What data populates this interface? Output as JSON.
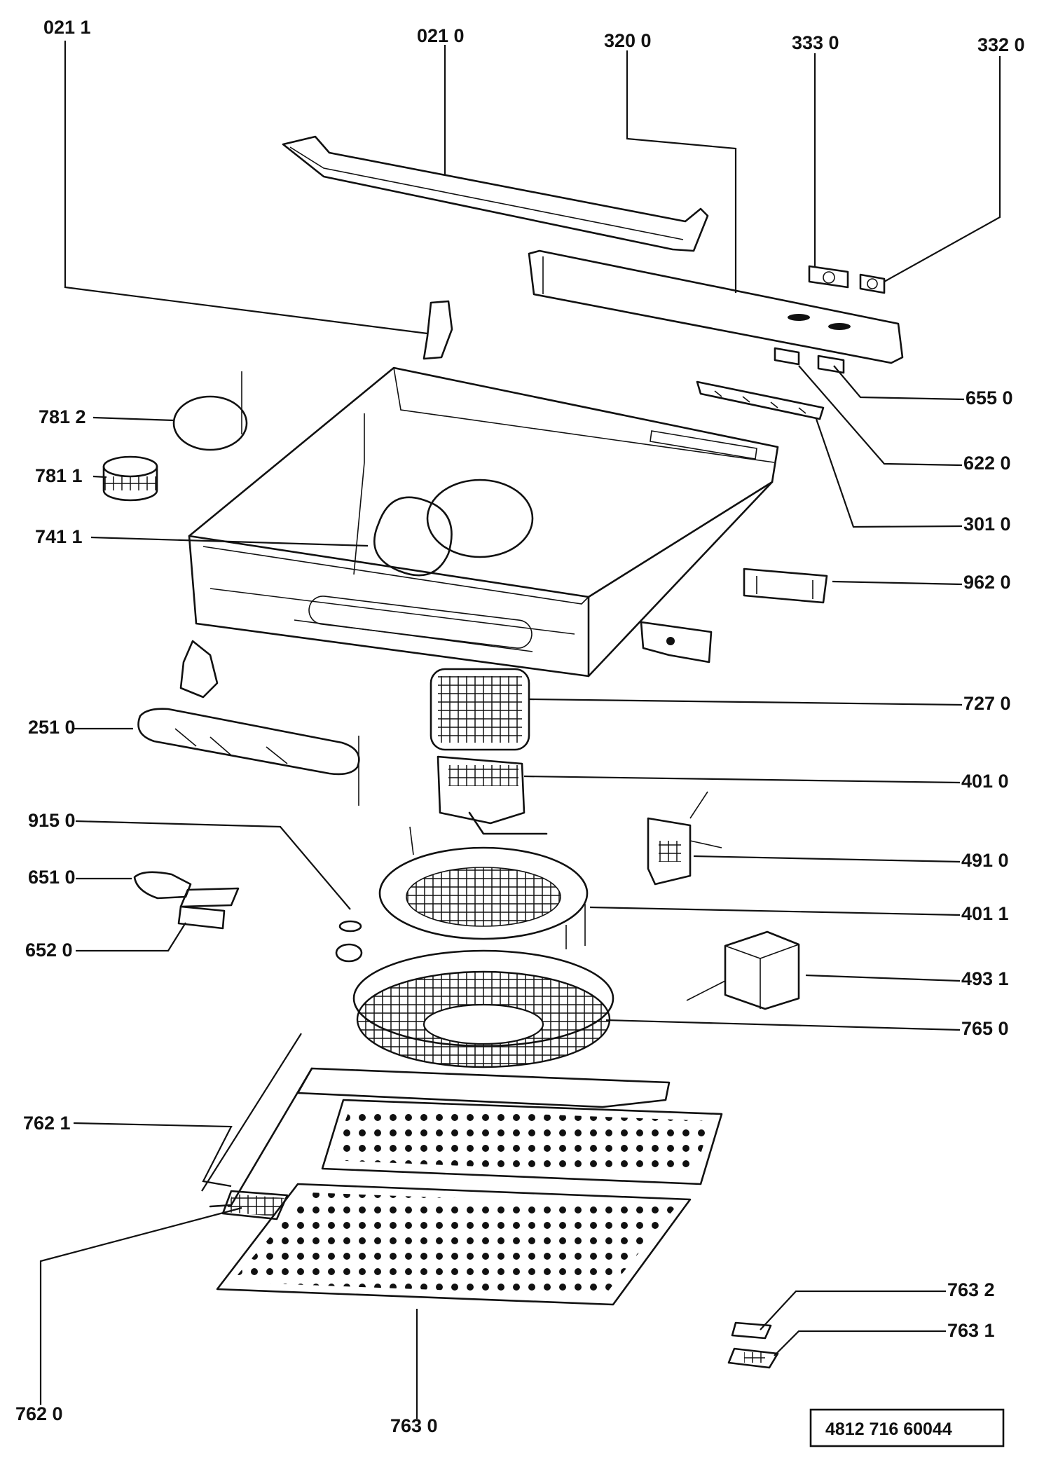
{
  "diagram": {
    "labels": [
      {
        "id": "p0211",
        "text": "021 1"
      },
      {
        "id": "p0210",
        "text": "021 0"
      },
      {
        "id": "p3200",
        "text": "320 0"
      },
      {
        "id": "p3330",
        "text": "333 0"
      },
      {
        "id": "p3320",
        "text": "332 0"
      },
      {
        "id": "p6550",
        "text": "655 0"
      },
      {
        "id": "p6220",
        "text": "622 0"
      },
      {
        "id": "p3010",
        "text": "301 0"
      },
      {
        "id": "p9620",
        "text": "962 0"
      },
      {
        "id": "p7812",
        "text": "781 2"
      },
      {
        "id": "p7811",
        "text": "781 1"
      },
      {
        "id": "p7411",
        "text": "741 1"
      },
      {
        "id": "p7270",
        "text": "727 0"
      },
      {
        "id": "p2510",
        "text": "251 0"
      },
      {
        "id": "p4010",
        "text": "401 0"
      },
      {
        "id": "p9150",
        "text": "915 0"
      },
      {
        "id": "p4910",
        "text": "491 0"
      },
      {
        "id": "p6510",
        "text": "651 0"
      },
      {
        "id": "p4011",
        "text": "401 1"
      },
      {
        "id": "p6520",
        "text": "652 0"
      },
      {
        "id": "p4931",
        "text": "493 1"
      },
      {
        "id": "p7650",
        "text": "765 0"
      },
      {
        "id": "p7621",
        "text": "762 1"
      },
      {
        "id": "p7632",
        "text": "763 2"
      },
      {
        "id": "p7631",
        "text": "763 1"
      },
      {
        "id": "p7620",
        "text": "762 0"
      },
      {
        "id": "p7630",
        "text": "763 0"
      }
    ],
    "document_number": "4812 716 60044"
  }
}
